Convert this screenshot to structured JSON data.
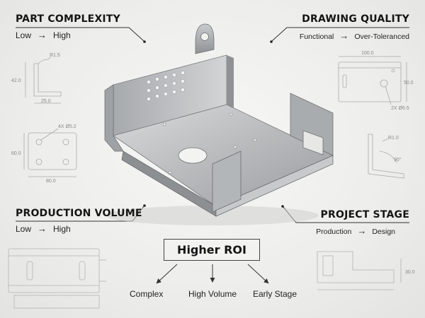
{
  "corners": {
    "part_complexity": {
      "title": "PART COMPLEXITY",
      "from": "Low",
      "to": "High"
    },
    "drawing_quality": {
      "title": "DRAWING QUALITY",
      "from": "Functional",
      "to": "Over-Toleranced"
    },
    "production_volume": {
      "title": "PRODUCTION VOLUME",
      "from": "Low",
      "to": "High"
    },
    "project_stage": {
      "title": "PROJECT STAGE",
      "from": "Production",
      "to": "Design"
    }
  },
  "arrow_glyph": "→",
  "center": {
    "label": "Higher ROI"
  },
  "outcomes": [
    "Complex",
    "High Volume",
    "Early Stage"
  ],
  "sketch_dims": {
    "bracket_radius": "R1.5",
    "bracket_height": "42.0",
    "bracket_width": "25.0",
    "plate_holes": "4X Ø5.2",
    "plate_height": "60.0",
    "plate_width": "80.0",
    "tr_width": "100.0",
    "tr_height": "50.0",
    "tr_holes": "2X Ø6.5",
    "angle_radius": "R1.0",
    "angle_deg": "90°",
    "br_height": "30.0"
  }
}
